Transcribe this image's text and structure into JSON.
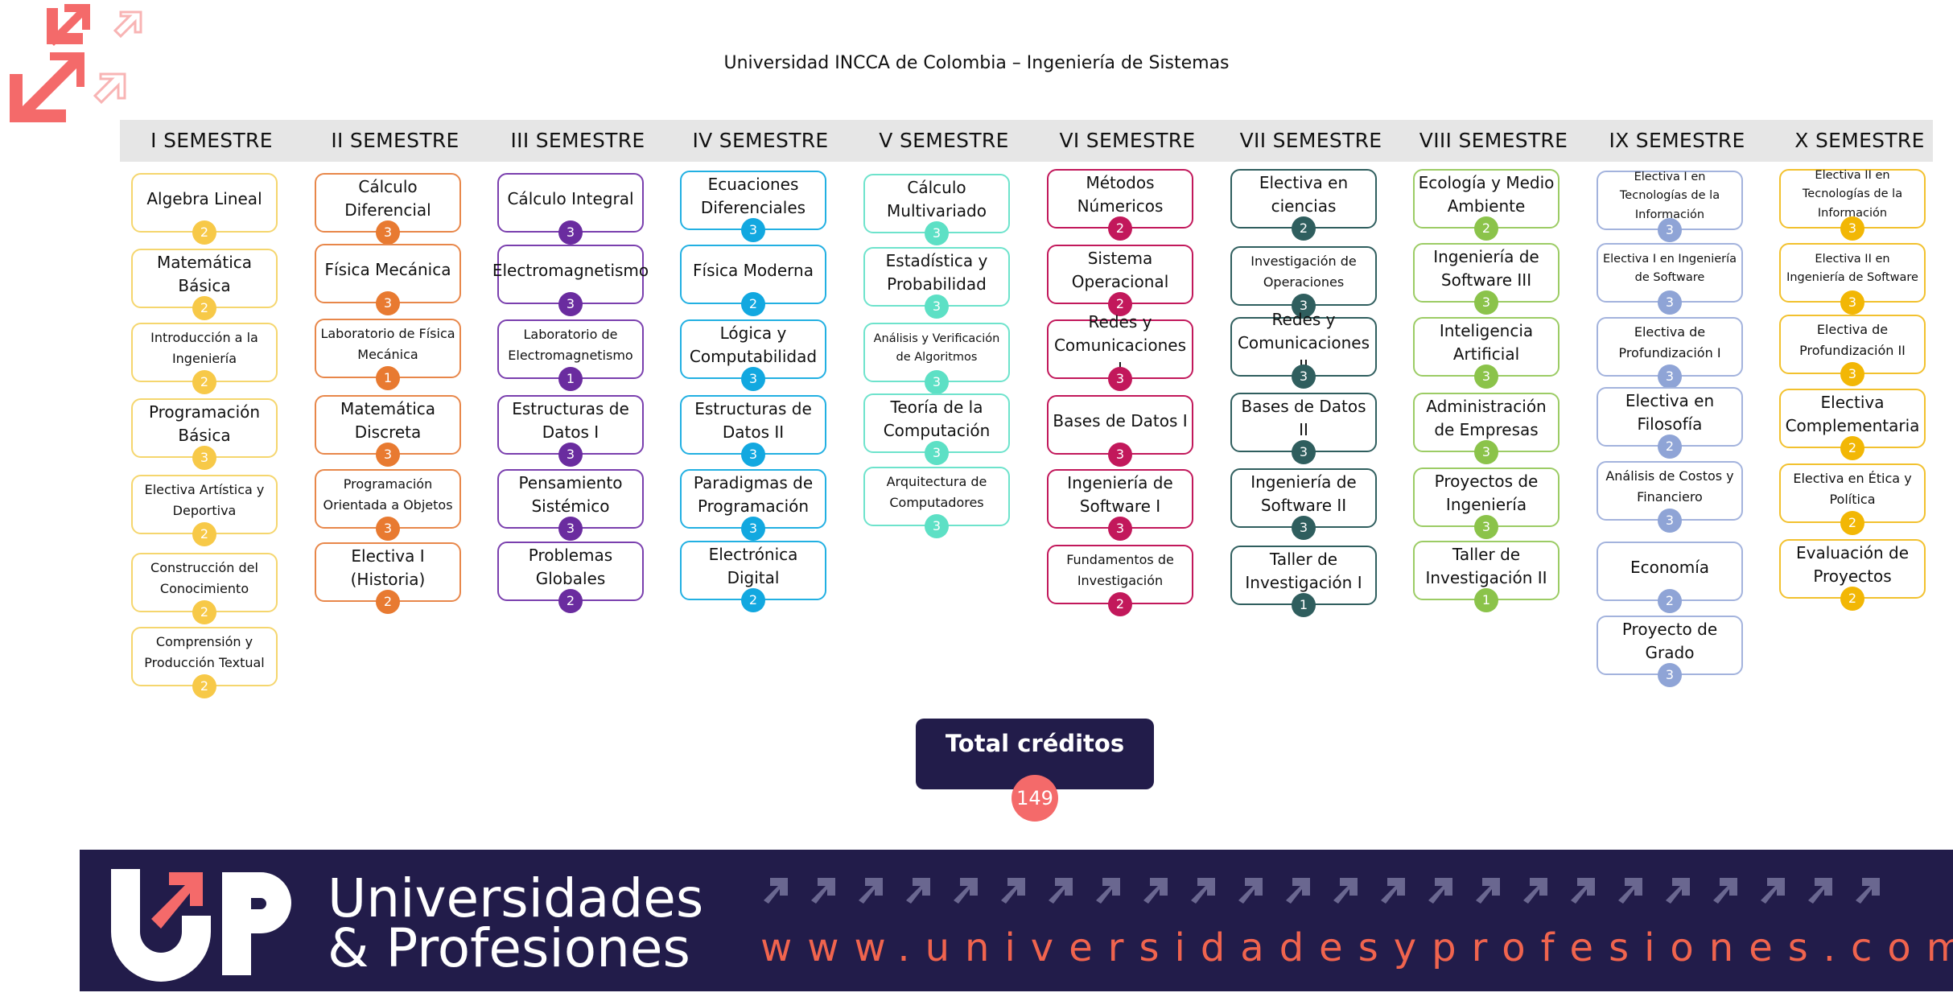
{
  "header": {
    "title": "Universidad INCCA de Colombia – Ingeniería de Sistemas"
  },
  "colors": {
    "yellow": "#f7c948",
    "orange": "#e87a31",
    "purple": "#6a2c9f",
    "cyan": "#12a8e0",
    "mint": "#5de0c5",
    "crimson": "#c2185b",
    "teal": "#2f5e5e",
    "green": "#8bc34a",
    "lavender": "#8fa4d6",
    "gold": "#f2b705",
    "navy": "#221c4a",
    "coral": "#f46a6a"
  },
  "semesters": [
    {
      "name": "I SEMESTRE",
      "color": "#f7c948",
      "border": "#f5d66e",
      "courses": [
        {
          "label": "Algebra Lineal",
          "credits": "2"
        },
        {
          "label": "Matemática Básica",
          "credits": "2"
        },
        {
          "label": "Introducción a la Ingeniería",
          "credits": "2"
        },
        {
          "label": "Programación Básica",
          "credits": "3"
        },
        {
          "label": "Electiva Artística y Deportiva",
          "credits": "2"
        },
        {
          "label": "Construcción del Conocimiento",
          "credits": "2"
        },
        {
          "label": "Comprensión y Producción Textual",
          "credits": "2"
        }
      ]
    },
    {
      "name": "II SEMESTRE",
      "color": "#e87a31",
      "border": "#e8874a",
      "courses": [
        {
          "label": "Cálculo Diferencial",
          "credits": "3"
        },
        {
          "label": "Física Mecánica",
          "credits": "3"
        },
        {
          "label": "Laboratorio de Física Mecánica",
          "credits": "1"
        },
        {
          "label": "Matemática Discreta",
          "credits": "3"
        },
        {
          "label": "Programación Orientada a Objetos",
          "credits": "3"
        },
        {
          "label": "Electiva I (Historia)",
          "credits": "2"
        }
      ]
    },
    {
      "name": "III SEMESTRE",
      "color": "#6a2c9f",
      "border": "#7a3fae",
      "courses": [
        {
          "label": "Cálculo Integral",
          "credits": "3"
        },
        {
          "label": "Electromagnetismo",
          "credits": "3"
        },
        {
          "label": "Laboratorio de Electromagnetismo",
          "credits": "1"
        },
        {
          "label": "Estructuras de Datos I",
          "credits": "3"
        },
        {
          "label": "Pensamiento Sistémico",
          "credits": "3"
        },
        {
          "label": "Problemas Globales",
          "credits": "2"
        }
      ]
    },
    {
      "name": "IV SEMESTRE",
      "color": "#12a8e0",
      "border": "#22b0e2",
      "courses": [
        {
          "label": "Ecuaciones Diferenciales",
          "credits": "3"
        },
        {
          "label": "Física Moderna",
          "credits": "2"
        },
        {
          "label": "Lógica y Computabilidad",
          "credits": "3"
        },
        {
          "label": "Estructuras de Datos II",
          "credits": "3"
        },
        {
          "label": "Paradigmas de Programación",
          "credits": "3"
        },
        {
          "label": "Electrónica Digital",
          "credits": "2"
        }
      ]
    },
    {
      "name": "V SEMESTRE",
      "color": "#5de0c5",
      "border": "#6ee3cc",
      "courses": [
        {
          "label": "Cálculo Multivariado",
          "credits": "3"
        },
        {
          "label": "Estadística y Probabilidad",
          "credits": "3"
        },
        {
          "label": "Análisis y Verificación de Algoritmos",
          "credits": "3"
        },
        {
          "label": "Teoría de la Computación",
          "credits": "3"
        },
        {
          "label": "Arquitectura de Computadores",
          "credits": "3"
        }
      ]
    },
    {
      "name": "VI SEMESTRE",
      "color": "#c2185b",
      "border": "#c2185b",
      "courses": [
        {
          "label": "Métodos Númericos",
          "credits": "2"
        },
        {
          "label": "Sistema Operacional",
          "credits": "2"
        },
        {
          "label": "Redes y Comunicaciones I",
          "credits": "3"
        },
        {
          "label": "Bases de Datos I",
          "credits": "3"
        },
        {
          "label": "Ingeniería de Software I",
          "credits": "3"
        },
        {
          "label": "Fundamentos de Investigación",
          "credits": "2"
        }
      ]
    },
    {
      "name": "VII SEMESTRE",
      "color": "#2f5e5e",
      "border": "#2f5e5e",
      "courses": [
        {
          "label": "Electiva en ciencias",
          "credits": "2"
        },
        {
          "label": "Investigación de Operaciones",
          "credits": "3"
        },
        {
          "label": "Redes y Comunicaciones II",
          "credits": "3"
        },
        {
          "label": "Bases de Datos II",
          "credits": "3"
        },
        {
          "label": "Ingeniería de Software II",
          "credits": "3"
        },
        {
          "label": "Taller de Investigación I",
          "credits": "1"
        }
      ]
    },
    {
      "name": "VIII SEMESTRE",
      "color": "#8bc34a",
      "border": "#9ccc65",
      "courses": [
        {
          "label": "Ecología y Medio Ambiente",
          "credits": "2"
        },
        {
          "label": "Ingeniería de Software III",
          "credits": "3"
        },
        {
          "label": "Inteligencia Artificial",
          "credits": "3"
        },
        {
          "label": "Administración de Empresas",
          "credits": "3"
        },
        {
          "label": "Proyectos de Ingeniería",
          "credits": "3"
        },
        {
          "label": "Taller de Investigación II",
          "credits": "1"
        }
      ]
    },
    {
      "name": "IX SEMESTRE",
      "color": "#8fa4d6",
      "border": "#a3b3dd",
      "courses": [
        {
          "label": "Electiva I en Tecnologías de la Información",
          "credits": "3"
        },
        {
          "label": "Electiva I en Ingeniería de Software",
          "credits": "3"
        },
        {
          "label": "Electiva de Profundización I",
          "credits": "3"
        },
        {
          "label": "Electiva en Filosofía",
          "credits": "2"
        },
        {
          "label": "Análisis de Costos y Financiero",
          "credits": "3"
        },
        {
          "label": "Economía",
          "credits": "2"
        },
        {
          "label": "Proyecto de Grado",
          "credits": "3"
        }
      ]
    },
    {
      "name": "X SEMESTRE",
      "color": "#f2b705",
      "border": "#f2c12e",
      "courses": [
        {
          "label": "Electiva II en Tecnologías de la Información",
          "credits": "3"
        },
        {
          "label": "Electiva II en Ingeniería de Software",
          "credits": "3"
        },
        {
          "label": "Electiva de Profundización II",
          "credits": "3"
        },
        {
          "label": "Electiva Complementaria",
          "credits": "2"
        },
        {
          "label": "Electiva en Ética y Política",
          "credits": "2"
        },
        {
          "label": "Evaluación de Proyectos",
          "credits": "2"
        }
      ]
    }
  ],
  "total": {
    "label": "Total créditos",
    "value": "149"
  },
  "footer": {
    "brand_line1": "Universidades",
    "brand_line2": "& Profesiones",
    "url": "www.universidadesyprofesiones.com"
  }
}
